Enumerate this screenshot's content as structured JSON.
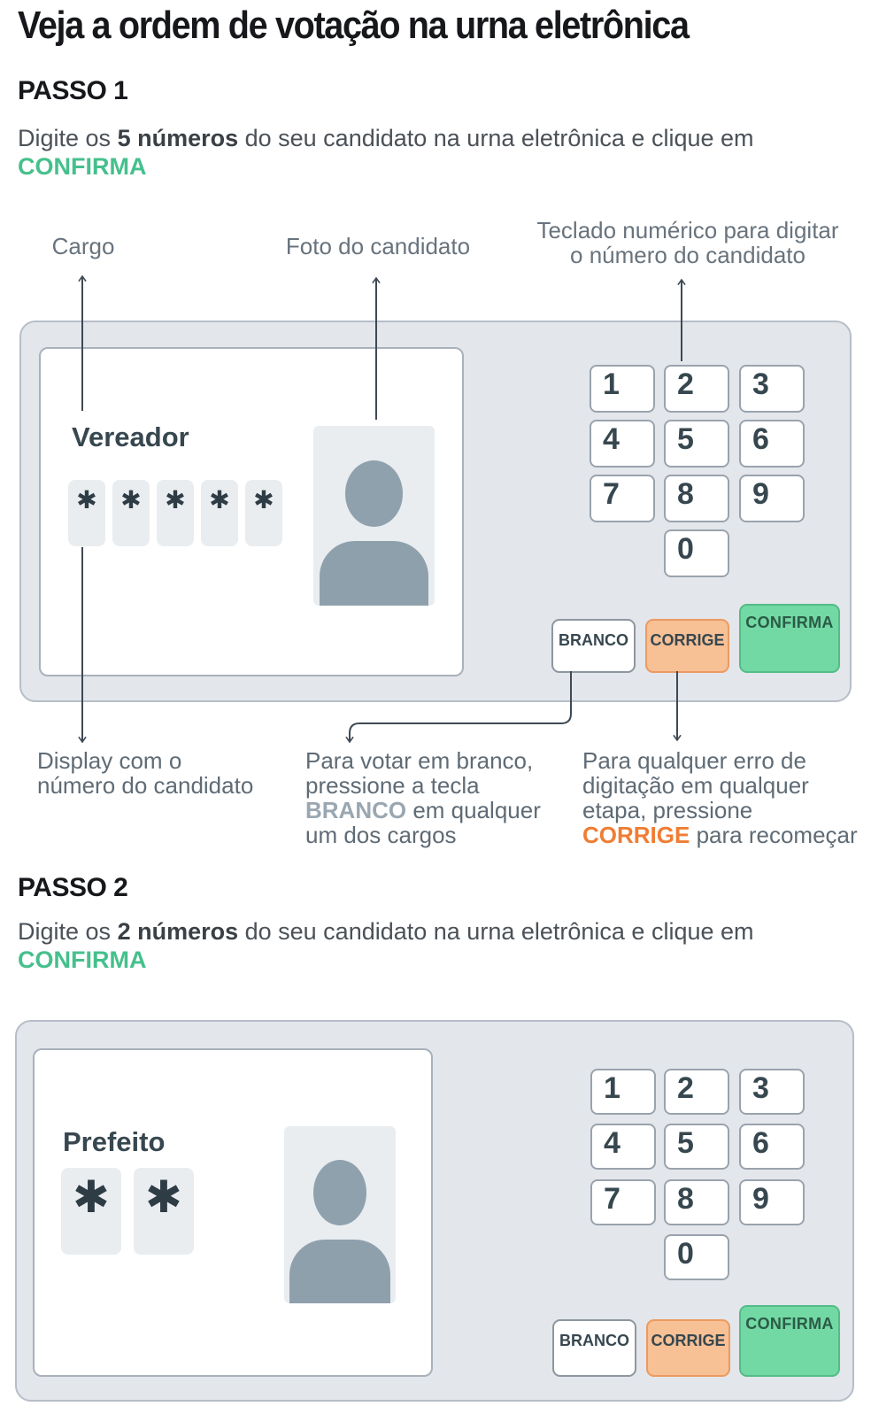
{
  "page": {
    "title": "Veja a ordem de votação na urna eletrônica"
  },
  "colors": {
    "accent_green_text": "#45c08c",
    "confirma_button_fill": "#73d9a4",
    "corrige_button_fill": "#f7c095",
    "corrige_bold_text": "#ef7d33",
    "branco_bold_text": "#9aa7b1",
    "machine_body": "#e3e6eb",
    "dark_slate_text": "#37474f",
    "annotation_gray": "#5f6b75",
    "arrow_stroke": "#3e4a54"
  },
  "step1": {
    "heading": "PASSO 1",
    "instruction": {
      "prefix": "Digite os ",
      "bold": "5 números",
      "suffix": " do seu candidato na urna eletrônica e clique em",
      "confirm": "CONFIRMA"
    },
    "labels": {
      "cargo": "Cargo",
      "foto": "Foto do candidato",
      "teclado_line1": "Teclado numérico para digitar",
      "teclado_line2": "o número do candidato"
    },
    "machine": {
      "office": "Vereador",
      "digits": [
        "✱",
        "✱",
        "✱",
        "✱",
        "✱"
      ],
      "keys": [
        "1",
        "2",
        "3",
        "4",
        "5",
        "6",
        "7",
        "8",
        "9",
        "0"
      ],
      "buttons": {
        "branco": "BRANCO",
        "corrige": "CORRIGE",
        "confirma": "CONFIRMA"
      }
    },
    "annotations": {
      "display": {
        "line1": "Display com o",
        "line2": "número do candidato"
      },
      "branco": {
        "line1": "Para votar em branco,",
        "line2": "pressione a tecla",
        "line3_bold": "BRANCO",
        "line3_rest": " em qualquer",
        "line4": "um dos cargos"
      },
      "corrige": {
        "line1": "Para qualquer erro de",
        "line2": "digitação em qualquer",
        "line3": "etapa, pressione",
        "line4_bold": "CORRIGE",
        "line4_rest": " para recomeçar"
      }
    }
  },
  "step2": {
    "heading": "PASSO 2",
    "instruction": {
      "prefix": "Digite os ",
      "bold": "2 números",
      "suffix": " do seu candidato na urna eletrônica e clique em",
      "confirm": "CONFIRMA"
    },
    "machine": {
      "office": "Prefeito",
      "digits": [
        "✱",
        "✱"
      ],
      "keys": [
        "1",
        "2",
        "3",
        "4",
        "5",
        "6",
        "7",
        "8",
        "9",
        "0"
      ],
      "buttons": {
        "branco": "BRANCO",
        "corrige": "CORRIGE",
        "confirma": "CONFIRMA"
      }
    }
  }
}
